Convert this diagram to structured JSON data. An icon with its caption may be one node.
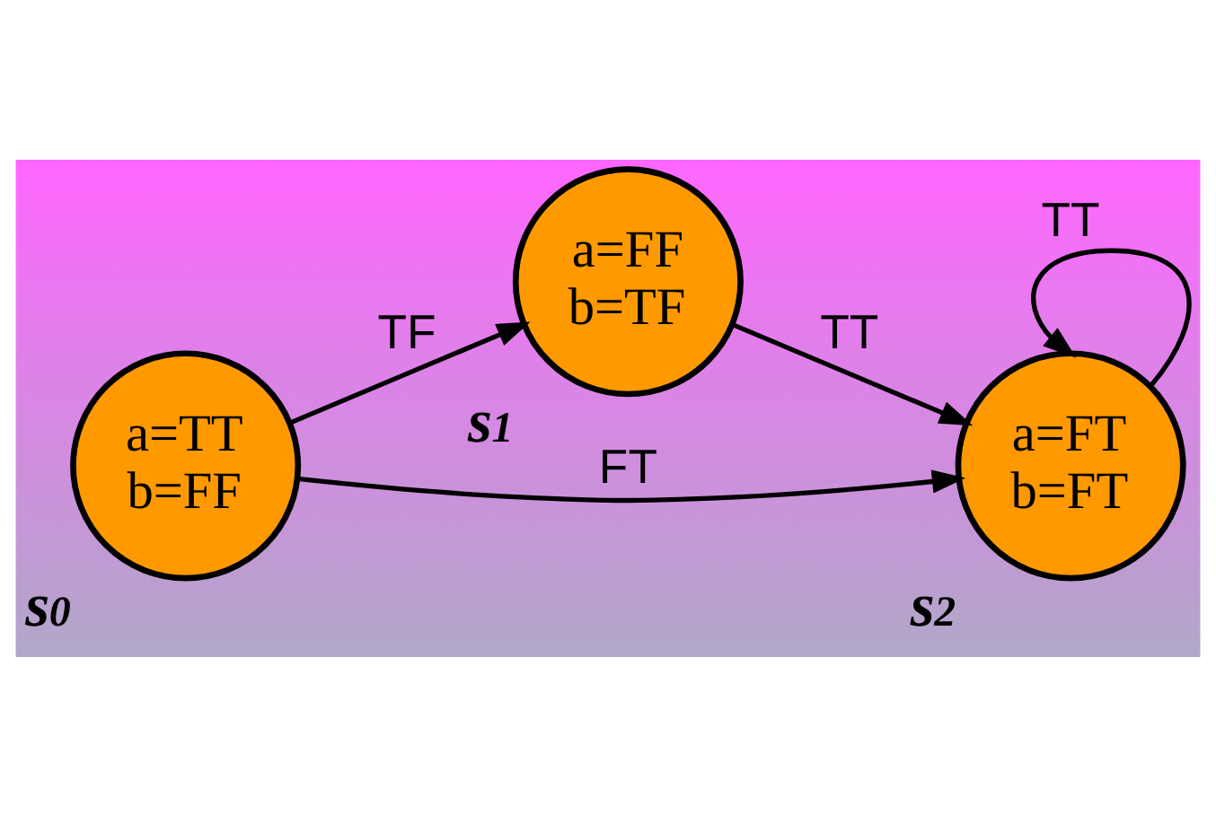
{
  "diagram": {
    "nodes": [
      {
        "text": [
          "a=TT",
          "b=FF"
        ],
        "beside": [
          "s$_{0}$"
        ]
      },
      {
        "text": [
          "a=FF",
          "b=TF"
        ],
        "beside": [
          "s$_{1}$"
        ]
      },
      {
        "text": [
          "a=FT",
          "b=FT"
        ],
        "beside": [
          "s$_{2}$"
        ]
      }
    ],
    "edges": [
      {
        "from": 0,
        "to": 2,
        "arrow": "to",
        "label": "FT"
      },
      {
        "from": 0,
        "to": 1,
        "arrow": "to",
        "label": "TF"
      },
      {
        "from": 1,
        "to": 2,
        "arrow": "to",
        "label": "TT"
      },
      {
        "from": 2,
        "to": 2,
        "arrow": "to",
        "label": "TT"
      }
    ]
  }
}
